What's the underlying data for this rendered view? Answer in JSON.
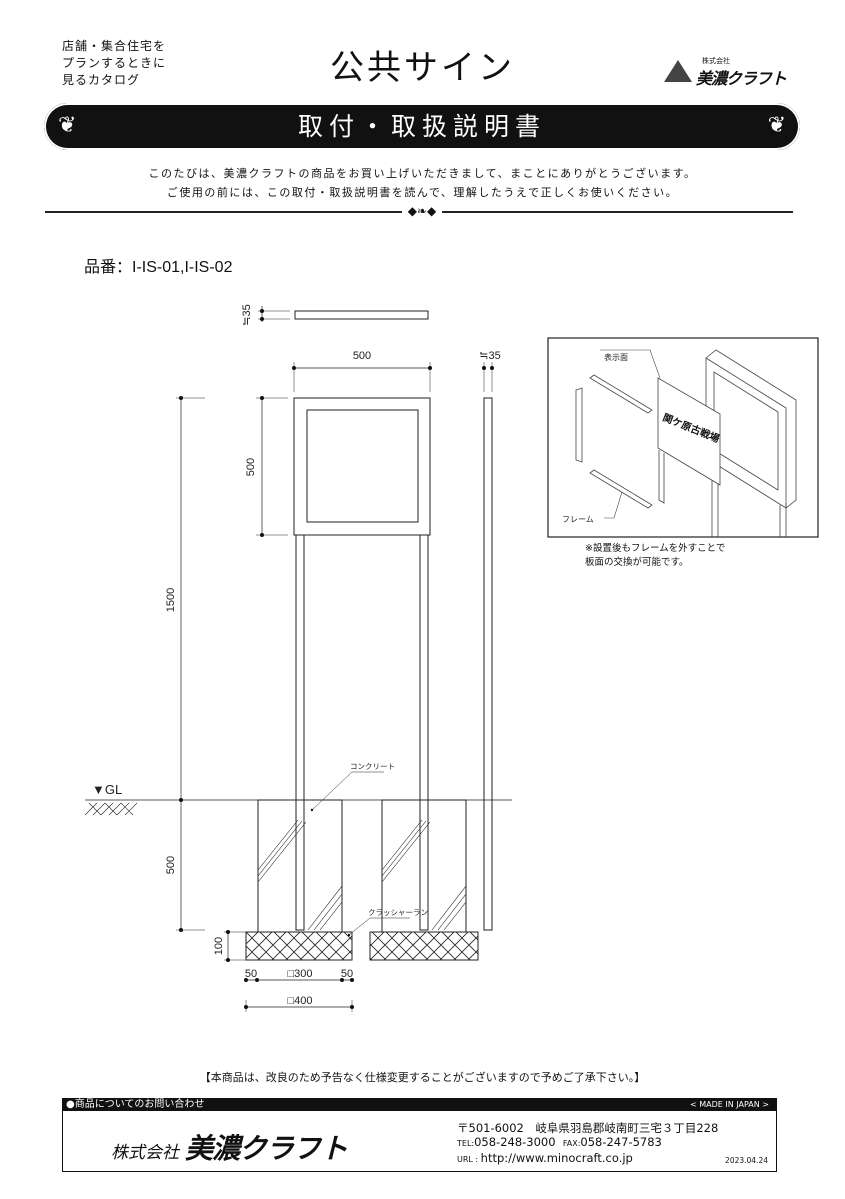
{
  "header": {
    "tagline": [
      "店舗・集合住宅を",
      "プランするときに",
      "見るカタログ"
    ],
    "title": "公共サイン",
    "logo_small": "株式会社",
    "logo_name": "美濃クラフト"
  },
  "banner": {
    "title": "取付・取扱説明書"
  },
  "intro": [
    "このたびは、美濃クラフトの商品をお買い上げいただきまして、まことにありがとうございます。",
    "ご使用の前には、この取付・取扱説明書を読んで、理解したうえで正しくお使いください。"
  ],
  "part_number": "品番：I-IS-01,I-IS-02",
  "drawing": {
    "dim_top_thickness": "≒35",
    "dim_side_thickness": "≒35",
    "dim_panel_width": "500",
    "dim_panel_height": "500",
    "dim_total_height": "1500",
    "dim_embed_depth": "500",
    "dim_gravel": "100",
    "dim_margin_left": "50",
    "dim_block": "□300",
    "dim_margin_right": "50",
    "dim_base": "□400",
    "ground_label": "▼GL",
    "label_concrete": "コンクリート",
    "label_gravel": "クラッシャーラン"
  },
  "illustration": {
    "label_display": "表示面",
    "label_frame": "フレーム",
    "sign_text": "関ケ原古戦場",
    "caption": [
      "※設置後もフレームを外すことで",
      "板面の交換が可能です。"
    ]
  },
  "notice": "【本商品は、改良のため予告なく仕様変更することがございますので予めご了承下さい。】",
  "footer": {
    "inquiry": "●商品についてのお問い合わせ",
    "made_in": "< MADE IN JAPAN >",
    "company_prefix": "株式会社",
    "company_name": "美濃クラフト",
    "address": "〒501-6002　岐阜県羽島郡岐南町三宅３丁目228",
    "tel_label": "TEL:",
    "tel": "058-248-3000",
    "fax_label": "FAX:",
    "fax": "058-247-5783",
    "url_label": "URL : ",
    "url": "http://www.minocraft.co.jp",
    "date": "2023.04.24"
  }
}
